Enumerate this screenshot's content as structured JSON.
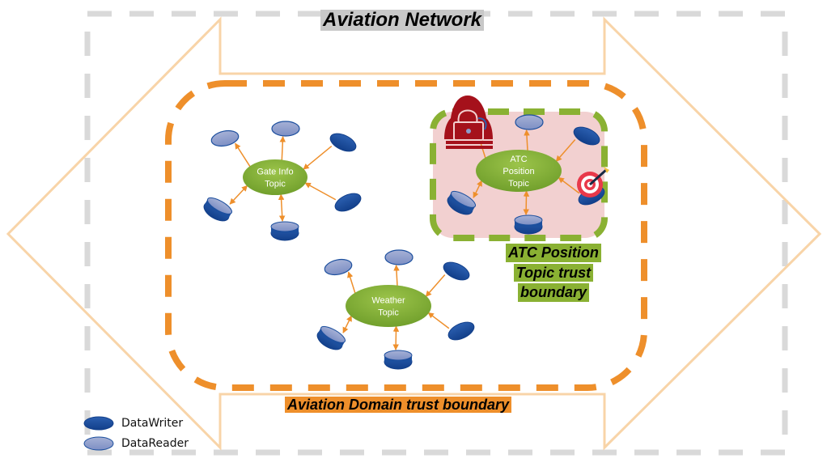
{
  "diagram": {
    "title": "Aviation Network",
    "domain_boundary_label": "Aviation Domain trust boundary",
    "atc_boundary_label_lines": [
      "ATC Position",
      "Topic trust",
      "boundary"
    ],
    "topics": [
      {
        "id": "gate-info",
        "label_lines": [
          "Gate Info",
          "Topic"
        ],
        "writers": 3,
        "readers": 3
      },
      {
        "id": "atc-position",
        "label_lines": [
          "ATC",
          "Position",
          "Topic"
        ],
        "writers": 3,
        "readers": 3,
        "compromised": true
      },
      {
        "id": "weather",
        "label_lines": [
          "Weather",
          "Topic"
        ],
        "writers": 3,
        "readers": 3
      }
    ],
    "threat_icons": [
      "hacker-icon",
      "target-icon"
    ],
    "legend": [
      {
        "label": "DataWriter",
        "icon": "datawriter-icon"
      },
      {
        "label": "DataReader",
        "icon": "datareader-icon"
      }
    ],
    "colors": {
      "network_border": "#d9d9d9",
      "network_arrow": "#f8d4a8",
      "domain_border": "#ee8f2b",
      "atc_border": "#8ab133",
      "atc_fill": "#f2d0d0",
      "topic_fill": "#7fac34",
      "writer": "#1c4f9e",
      "reader": "#8c9ccb",
      "connector": "#ee8f2b",
      "hacker": "#a5111b"
    }
  }
}
